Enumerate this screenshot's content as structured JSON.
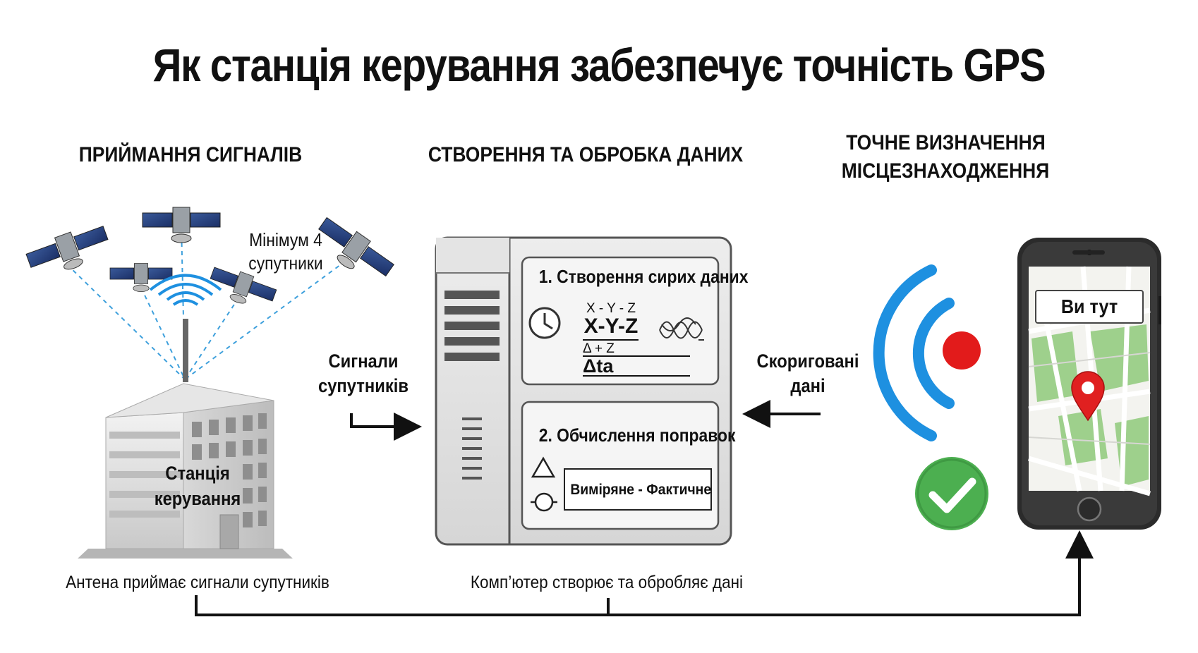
{
  "title": "Як станція керування забезпечує точність GPS",
  "sections": {
    "reception": {
      "heading": "ПРИЙМАННЯ СИГНАЛІВ",
      "satellites_note_line1": "Мінімум 4",
      "satellites_note_line2": "супутники",
      "station_label_line1": "Станція",
      "station_label_line2": "керування",
      "caption": "Антена приймає сигнали супутників"
    },
    "processing": {
      "heading": "СТВОРЕННЯ ТА ОБРОБКА ДАНИХ",
      "step1_title": "1. Створення сирих даних",
      "step1_small_xyz": "X - Y - Z",
      "step1_big_xyz": "X-Y-Z",
      "step1_small_delta": "Δ + Z",
      "step1_big_delta": "Δta",
      "step2_title": "2. Обчислення поправок",
      "step2_formula": "Виміряне - Фактичне",
      "caption": "Комп’ютер створює та обробляє дані"
    },
    "location": {
      "heading_line1": "ТОЧНЕ ВИЗНАЧЕННЯ",
      "heading_line2": "МІСЦЕЗНАХОДЖЕННЯ",
      "map_label": "Ви тут"
    }
  },
  "arrows": {
    "satellite_signals_line1": "Сигнали",
    "satellite_signals_line2": "супутників",
    "corrected_data_line1": "Скориговані",
    "corrected_data_line2": "дані"
  },
  "colors": {
    "signal_blue": "#1E90E0",
    "status_red": "#E21B1B",
    "check_green": "#4CAF50",
    "map_green": "#9ED08C",
    "pin_red": "#E02020"
  }
}
